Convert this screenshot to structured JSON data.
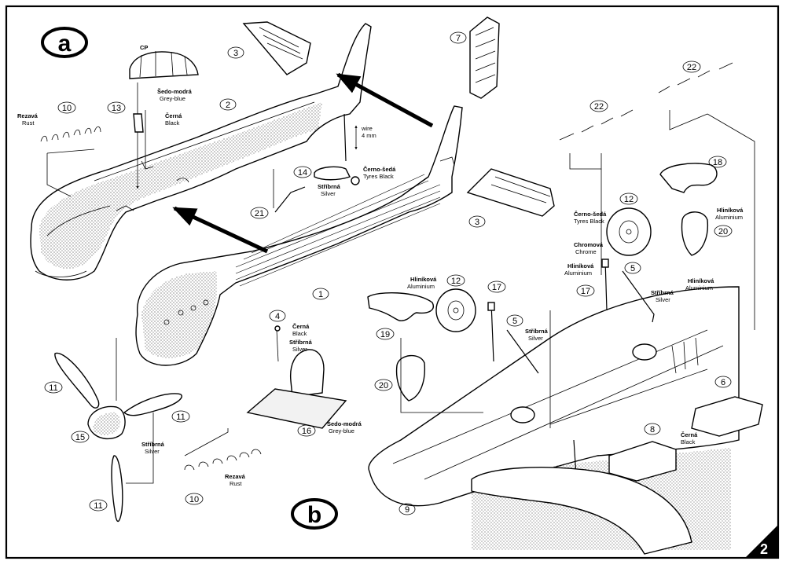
{
  "steps": {
    "a": "a",
    "b": "b"
  },
  "page_number": "2",
  "part_numbers": {
    "p1": "1",
    "p2": "2",
    "p3a": "3",
    "p3b": "3",
    "p4": "4",
    "p5a": "5",
    "p5b": "5",
    "p6": "6",
    "p7": "7",
    "p8": "8",
    "p9": "9",
    "p10a": "10",
    "p10b": "10",
    "p11a": "11",
    "p11b": "11",
    "p11c": "11",
    "p12a": "12",
    "p12b": "12",
    "p13": "13",
    "p14": "14",
    "p15": "15",
    "p16": "16",
    "p17a": "17",
    "p17b": "17",
    "p18": "18",
    "p19": "19",
    "p20a": "20",
    "p20b": "20",
    "p21": "21",
    "p22a": "22",
    "p22b": "22"
  },
  "labels": {
    "cp": "CP",
    "rust_cz_a": "Rezavá",
    "rust_en_a": "Rust",
    "greyblue_cz_a": "Šedo-modrá",
    "greyblue_en_a": "Grey-blue",
    "black_cz_a": "Černá",
    "black_en_a": "Black",
    "wire1": "wire",
    "wire2": "4 mm",
    "tyres_cz_a": "Černo-šedá",
    "tyres_en_a": "Tyres Black",
    "silver_cz_a": "Stříbrná",
    "silver_en_a": "Silver",
    "black_cz_b": "Černá",
    "black_en_b": "Black",
    "silver_cz_b": "Stříbrná",
    "silver_en_b": "Silver",
    "greyblue_cz_b": "Šedo-modrá",
    "greyblue_en_b": "Grey-blue",
    "silver_cz_c": "Stříbrná",
    "silver_en_c": "Silver",
    "rust_cz_b": "Rezavá",
    "rust_en_b": "Rust",
    "alu_cz_a": "Hliníková",
    "alu_en_a": "Aluminium",
    "silver_cz_d": "Stříbrná",
    "silver_en_d": "Silver",
    "tyres_cz_b": "Černo-šedá",
    "tyres_en_b": "Tyres Black",
    "chrome_cz": "Chromová",
    "chrome_en": "Chrome",
    "alu_cz_b": "Hliníková",
    "alu_en_b": "Aluminium",
    "silver_cz_e": "Stříbrná",
    "silver_en_e": "Silver",
    "alu_cz_c": "Hliníková",
    "alu_en_c": "Aluminium",
    "alu_cz_d": "Hliníková",
    "alu_en_d": "Aluminium",
    "black_cz_c": "Černá",
    "black_en_c": "Black"
  },
  "colors": {
    "ink": "#000000",
    "paper": "#ffffff"
  }
}
